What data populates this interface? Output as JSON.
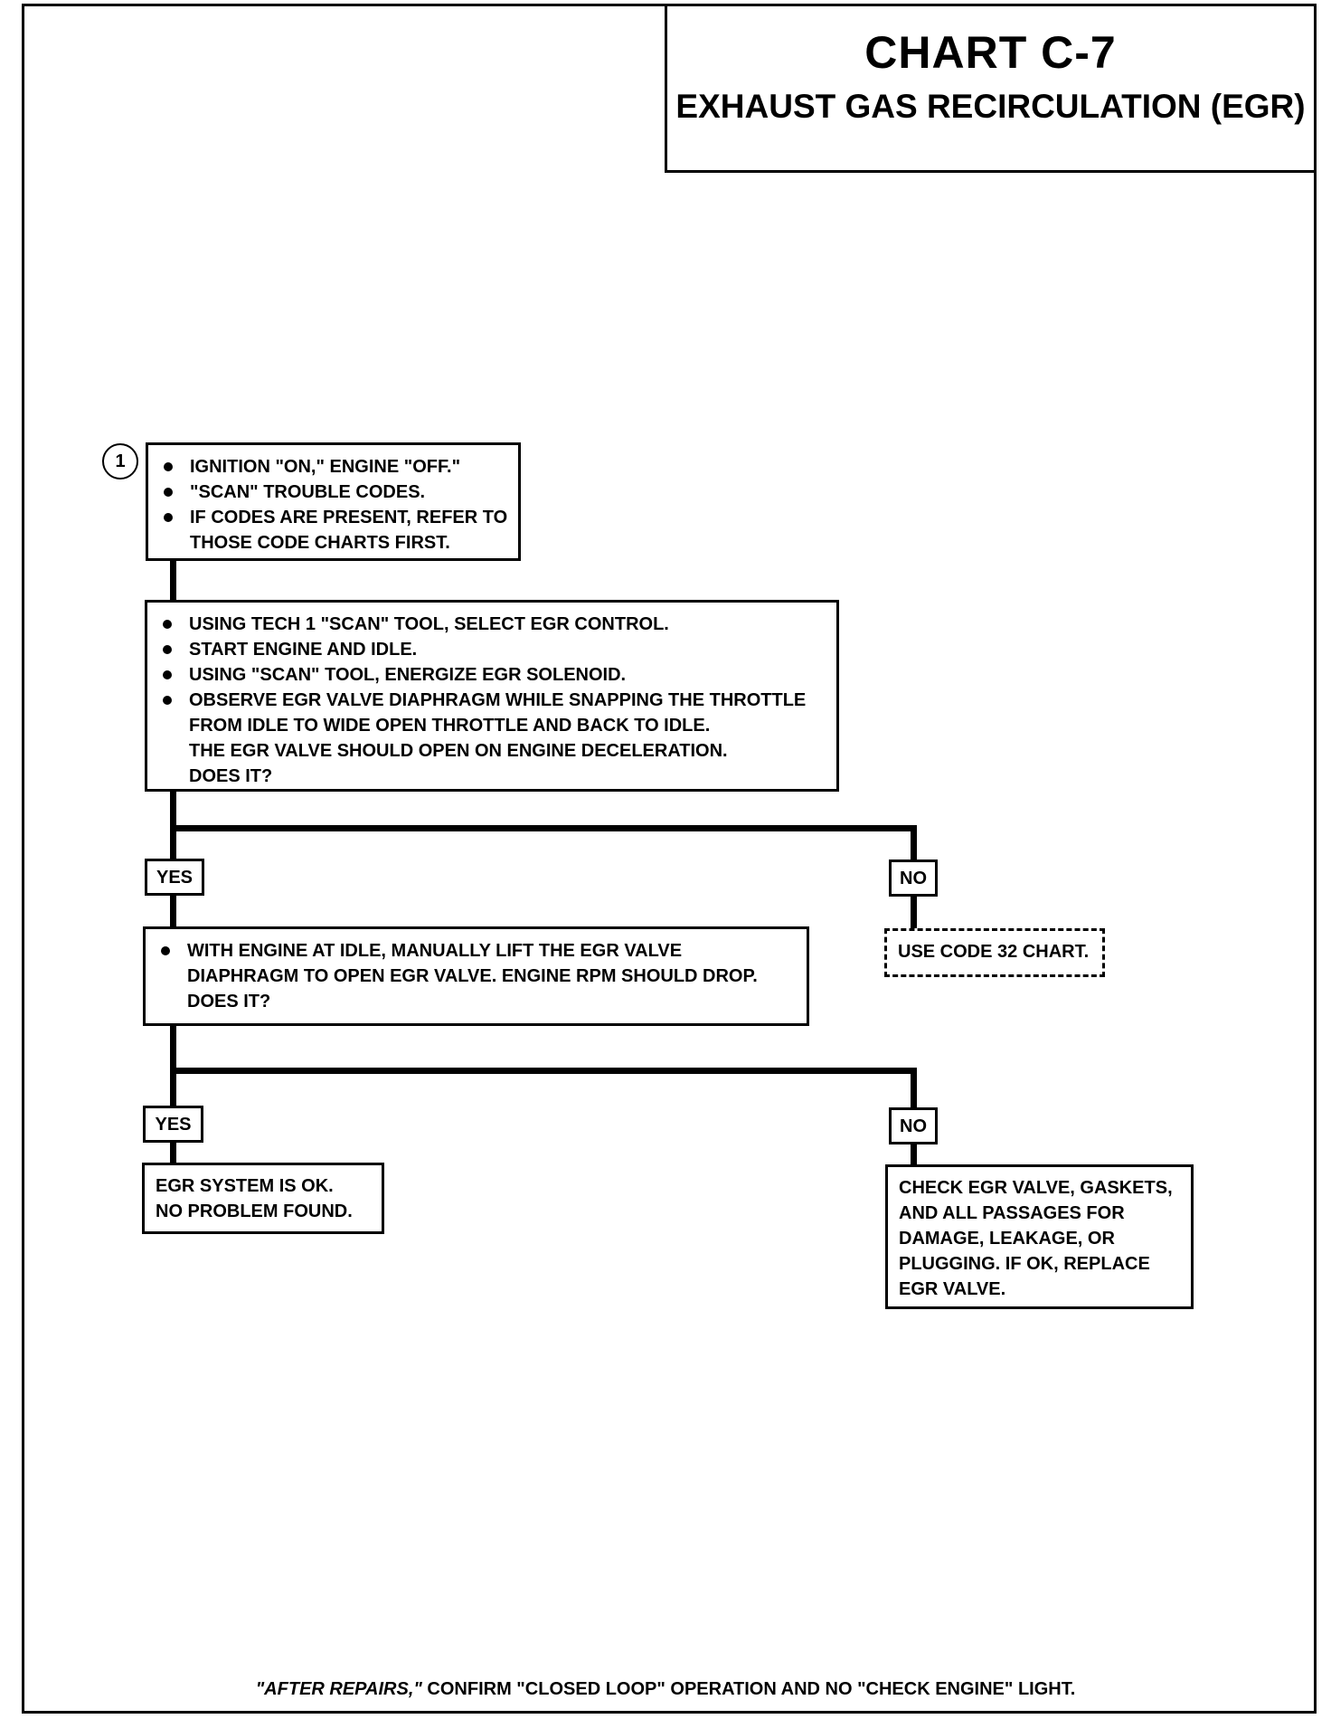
{
  "title": {
    "chart": "CHART C-7",
    "subtitle": "EXHAUST GAS RECIRCULATION (EGR)"
  },
  "step_number": "1",
  "box1": {
    "items": [
      "IGNITION \"ON,\" ENGINE \"OFF.\"",
      "\"SCAN\" TROUBLE CODES.",
      "IF CODES ARE PRESENT, REFER TO"
    ],
    "continuation": "THOSE CODE CHARTS FIRST."
  },
  "box2": {
    "items": [
      "USING TECH 1 \"SCAN\" TOOL, SELECT EGR CONTROL.",
      "START ENGINE AND IDLE.",
      "USING \"SCAN\" TOOL, ENERGIZE EGR SOLENOID.",
      "OBSERVE EGR VALVE DIAPHRAGM WHILE SNAPPING THE THROTTLE"
    ],
    "continuation": [
      "FROM IDLE TO WIDE OPEN THROTTLE AND BACK TO IDLE.",
      "THE EGR VALVE SHOULD OPEN ON ENGINE DECELERATION.",
      "DOES IT?"
    ]
  },
  "yes_label_1": "YES",
  "no_label_1": "NO",
  "no_result_1": "USE CODE 32 CHART.",
  "box3": {
    "item": "WITH ENGINE AT IDLE, MANUALLY LIFT THE EGR VALVE",
    "continuation": [
      "DIAPHRAGM TO OPEN EGR VALVE.  ENGINE RPM SHOULD DROP.",
      "DOES IT?"
    ]
  },
  "yes_label_2": "YES",
  "no_label_2": "NO",
  "yes_result_2": [
    "EGR SYSTEM IS OK.",
    "NO PROBLEM FOUND."
  ],
  "no_result_2": [
    "CHECK EGR VALVE, GASKETS,",
    "AND ALL PASSAGES FOR",
    "DAMAGE, LEAKAGE, OR",
    "PLUGGING.  IF OK, REPLACE",
    "EGR VALVE."
  ],
  "footer": {
    "after_repairs": "\"AFTER REPAIRS,\"",
    "rest": " CONFIRM \"CLOSED LOOP\" OPERATION AND NO \"CHECK ENGINE\" LIGHT."
  }
}
